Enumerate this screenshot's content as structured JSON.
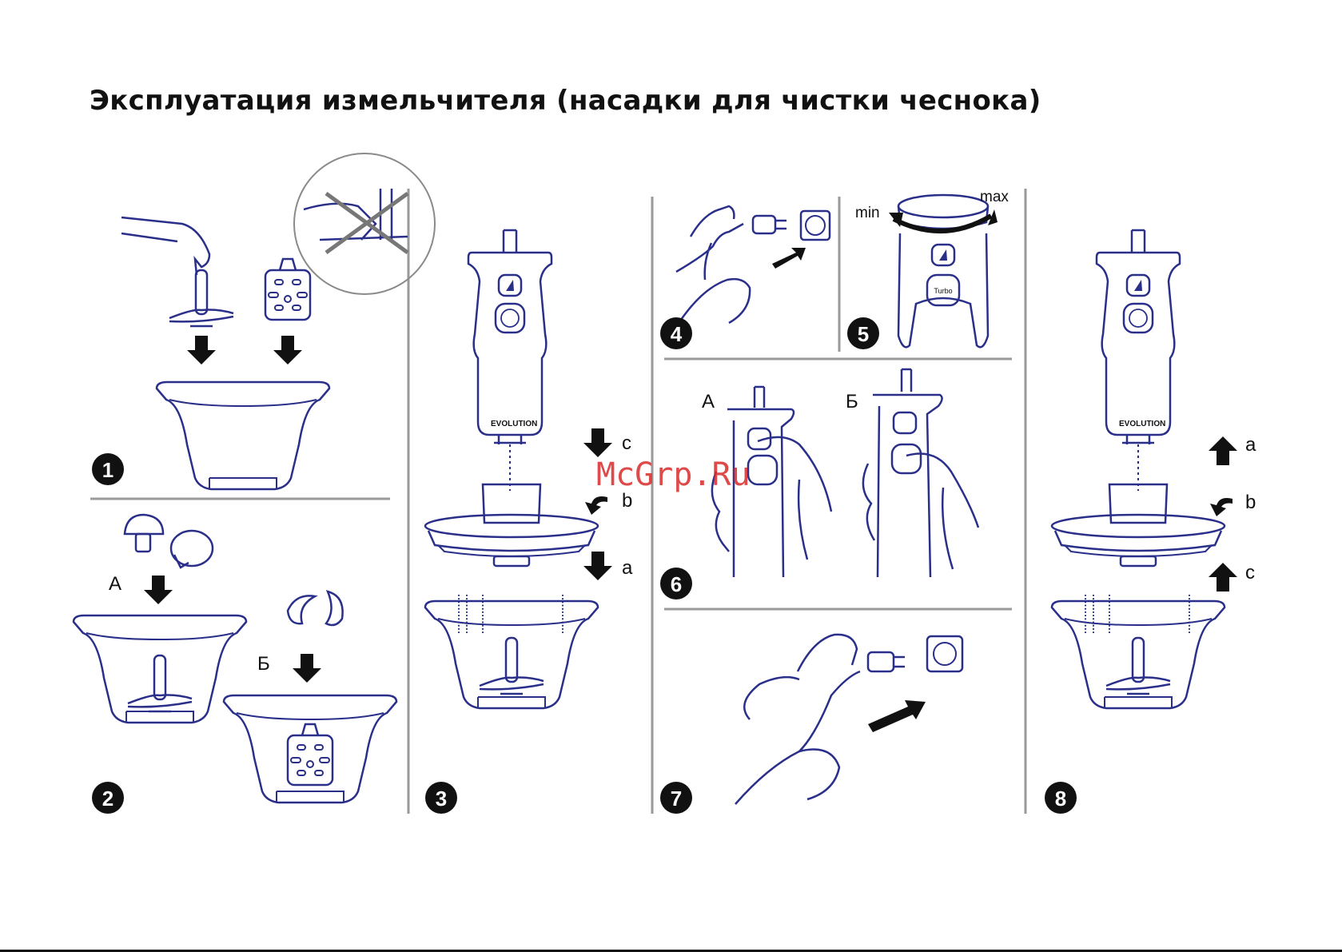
{
  "title": "Эксплуатация измельчителя (насадки для чистки чеснока)",
  "watermark": "McGrp.Ru",
  "colors": {
    "line": "#2a2f8a",
    "divider": "#9a9a9a",
    "black": "#111111",
    "watermark": "#d92b2b"
  },
  "steps": [
    {
      "number": "1"
    },
    {
      "number": "2",
      "labels": {
        "a": "А",
        "b": "Б"
      }
    },
    {
      "number": "3",
      "arrow_labels": {
        "top": "c",
        "middle": "b",
        "bottom": "a"
      }
    },
    {
      "number": "4"
    },
    {
      "number": "5",
      "labels": {
        "min": "min",
        "max": "max"
      }
    },
    {
      "number": "6",
      "labels": {
        "a": "А",
        "b": "Б"
      }
    },
    {
      "number": "7"
    },
    {
      "number": "8",
      "arrow_labels": {
        "top": "a",
        "middle": "b",
        "bottom": "c"
      }
    }
  ],
  "device": {
    "brand": "EVOLUTION",
    "turbo_label": "Turbo"
  }
}
